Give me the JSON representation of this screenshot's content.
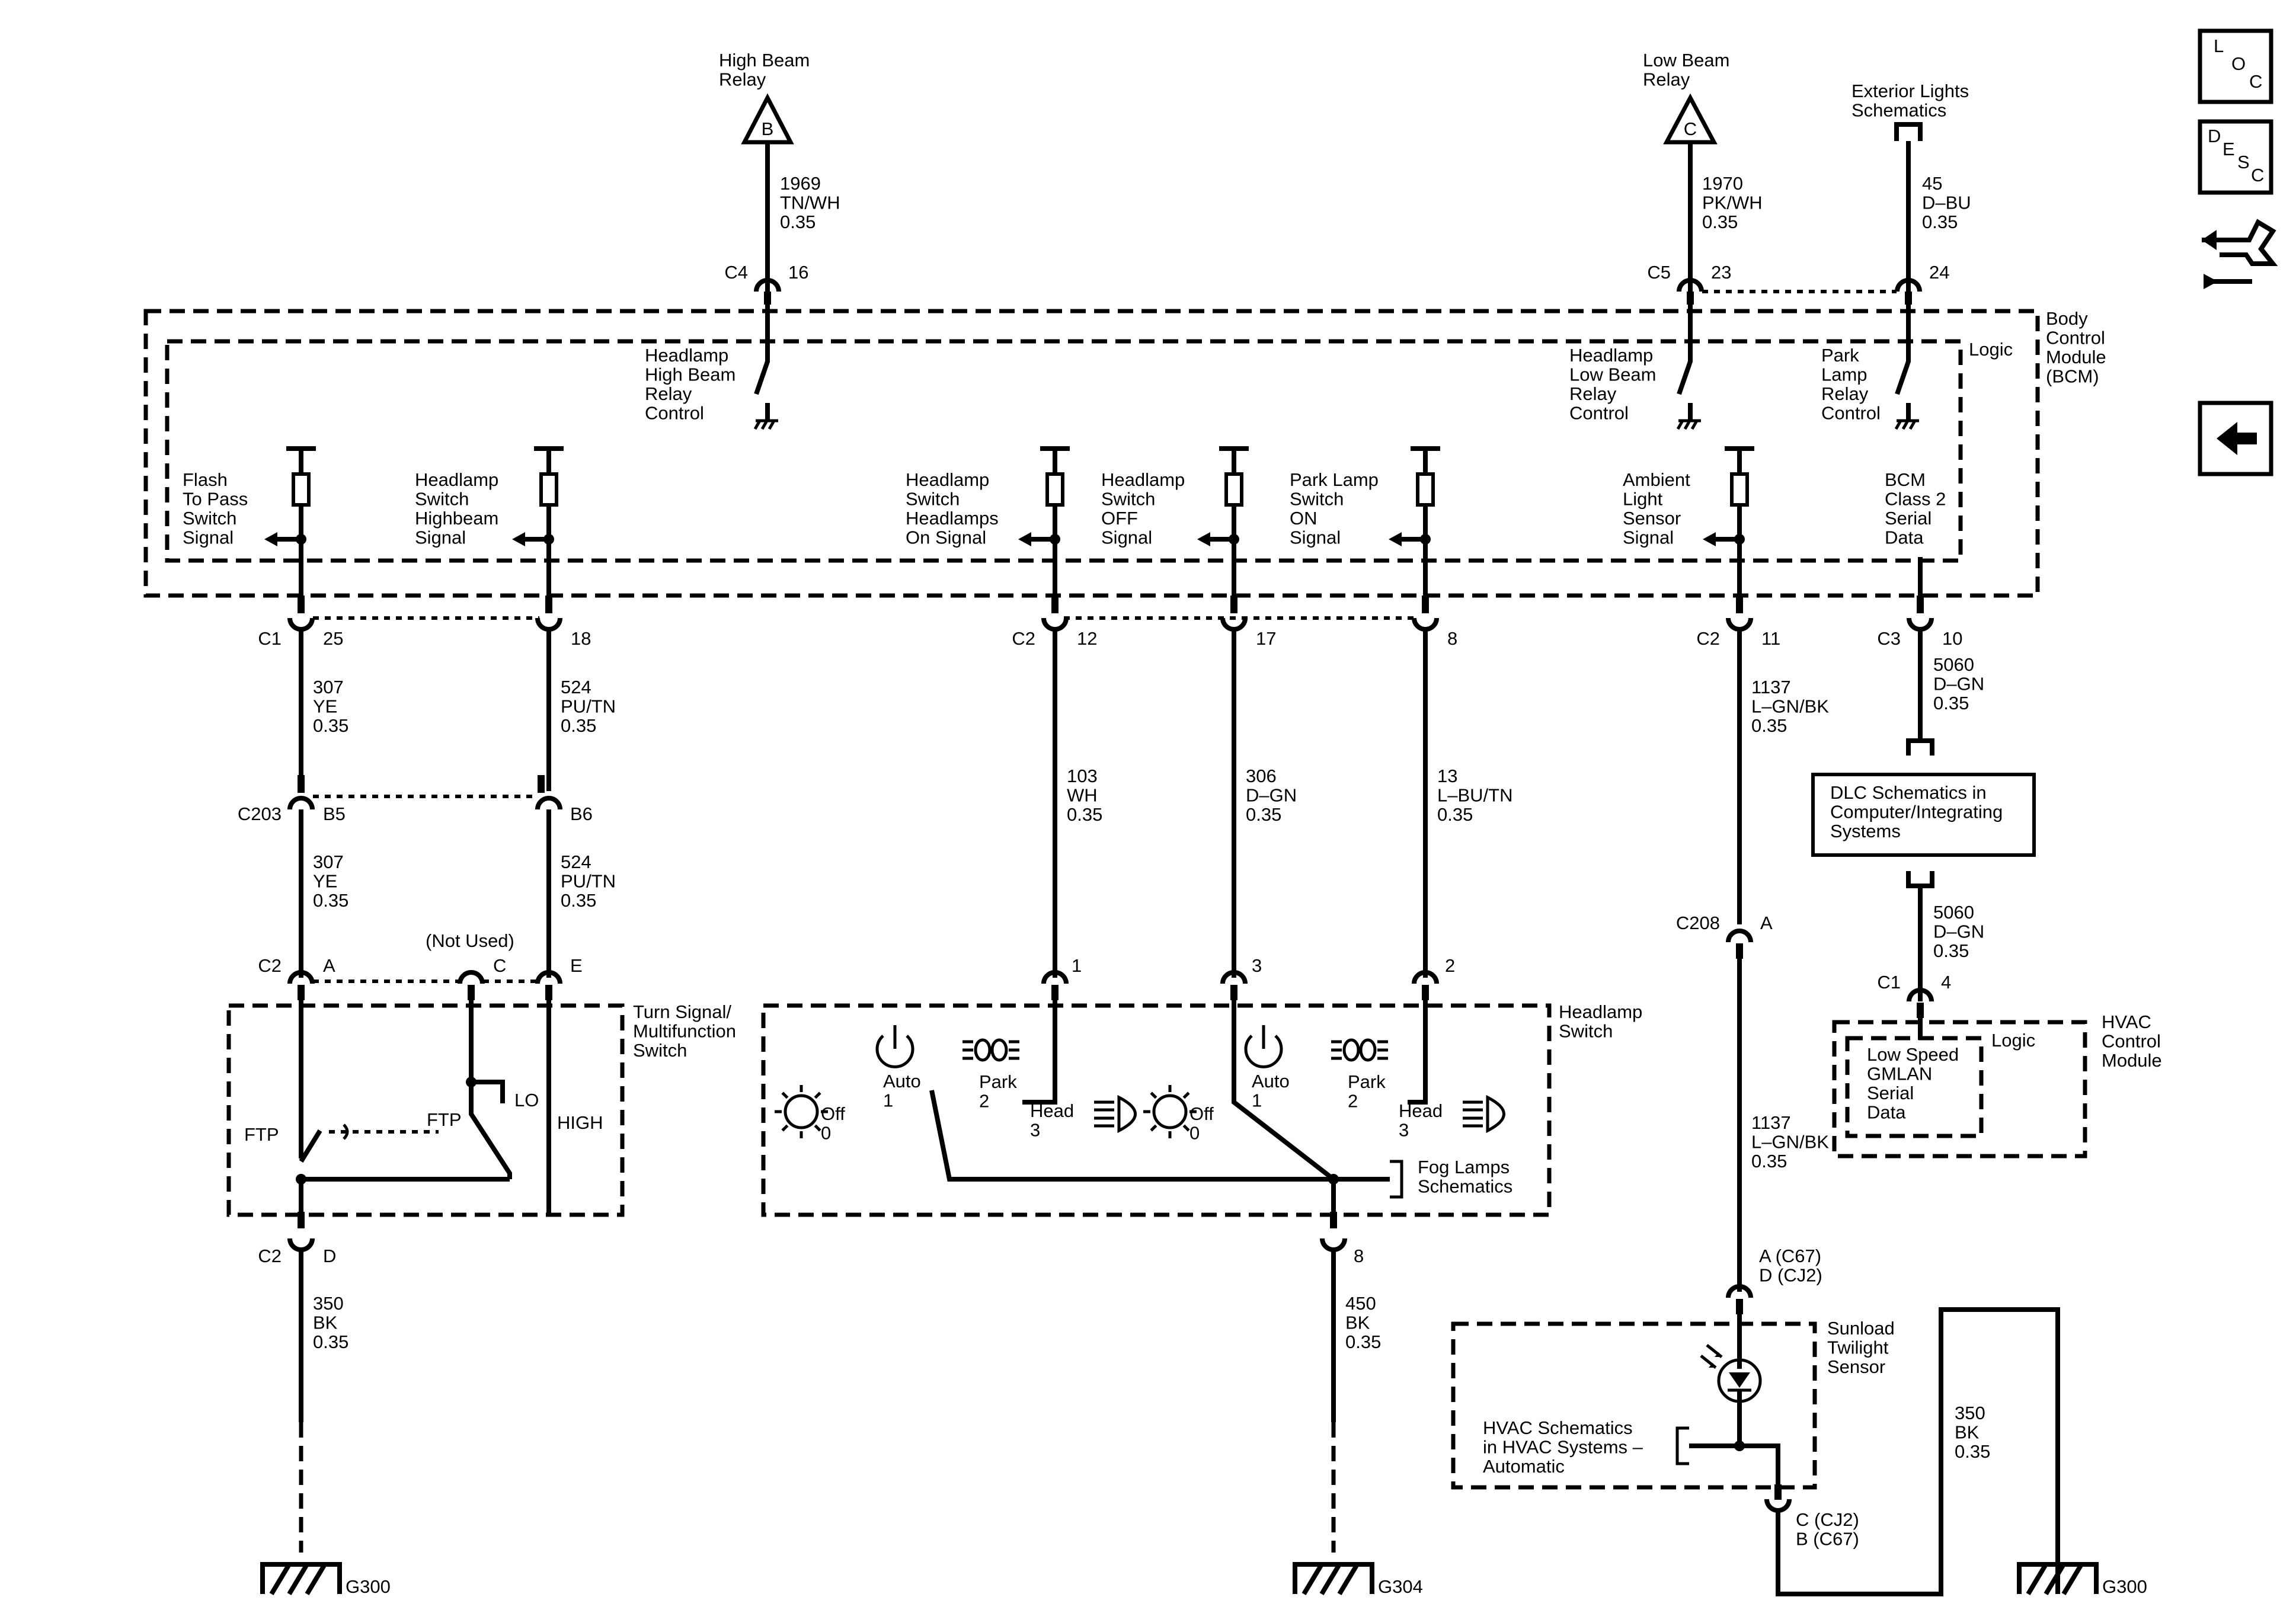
{
  "relays": {
    "high_beam": {
      "name": "High Beam\nRelay",
      "letter": "B"
    },
    "low_beam": {
      "name": "Low Beam\nRelay",
      "letter": "C"
    },
    "ext_lights": "Exterior Lights\nSchematics"
  },
  "wires_top": [
    {
      "circuit": "1969\nTN/WH\n0.35",
      "conn": "C4",
      "pin": "16"
    },
    {
      "circuit": "1970\nPK/WH\n0.35",
      "conn": "C5",
      "pin": "23"
    },
    {
      "circuit": "45\nD–BU\n0.35",
      "conn": "",
      "pin": "24"
    }
  ],
  "bcm": {
    "name": "Body\nControl\nModule\n(BCM)",
    "logic": "Logic",
    "relay_controls": [
      "Headlamp\nHigh Beam\nRelay\nControl",
      "Headlamp\nLow Beam\nRelay\nControl",
      "Park\nLamp\nRelay\nControl"
    ],
    "signals": [
      "Flash\nTo Pass\nSwitch\nSignal",
      "Headlamp\nSwitch\nHighbeam\nSignal",
      "Headlamp\nSwitch\nHeadlamps\nOn Signal",
      "Headlamp\nSwitch\nOFF\nSignal",
      "Park Lamp\nSwitch\nON\nSignal",
      "Ambient\nLight\nSensor\nSignal",
      "BCM\nClass 2\nSerial\nData"
    ]
  },
  "bcm_pins": [
    {
      "conn": "C1",
      "pin": "25"
    },
    {
      "conn": "",
      "pin": "18"
    },
    {
      "conn": "C2",
      "pin": "12"
    },
    {
      "conn": "",
      "pin": "17"
    },
    {
      "conn": "",
      "pin": "8"
    },
    {
      "conn": "C2",
      "pin": "11"
    },
    {
      "conn": "C3",
      "pin": "10"
    }
  ],
  "mid_wires": [
    "307\nYE\n0.35",
    "524\nPU/TN\n0.35",
    "103\nWH\n0.35",
    "306\nD–GN\n0.35",
    "13\nL–BU/TN\n0.35",
    "1137\nL–GN/BK\n0.35",
    "5060\nD–GN\n0.35"
  ],
  "c203": {
    "conn": "C203",
    "pins": [
      "B5",
      "B6"
    ]
  },
  "lower_wires": [
    "307\nYE\n0.35",
    "524\nPU/TN\n0.35"
  ],
  "turn_signal_switch": {
    "conn": "C2",
    "pins": [
      "A",
      "C",
      "E"
    ],
    "not_used": "(Not Used)",
    "name": "Turn Signal/\nMultifunction\nSwitch",
    "labels": {
      "ftp_left": "FTP",
      "ftp_right": "FTP",
      "lo": "LO",
      "high": "HIGH"
    },
    "bottom_conn": "C2",
    "bottom_pin": "D"
  },
  "headlamp_switch": {
    "name": "Headlamp\nSwitch",
    "pins": [
      "1",
      "3",
      "2"
    ],
    "positions": [
      "Off\n0",
      "Auto\n1",
      "Park\n2",
      "Head\n3"
    ],
    "fog": "Fog Lamps\nSchematics",
    "bottom_pin": "8"
  },
  "dlc": {
    "text": "DLC Schematics in\nComputer/Integrating\nSystems"
  },
  "dlc_wire": "5060\nD–GN\n0.35",
  "hvac": {
    "conn": "C1",
    "pin": "4",
    "name": "HVAC\nControl\nModule",
    "logic": "Logic",
    "inner": "Low Speed\nGMLAN\nSerial\nData"
  },
  "c208": {
    "conn": "C208",
    "pin": "A"
  },
  "sensor_wire": "1137\nL–GN/BK\n0.35",
  "sunload": {
    "top_pins": "A (C67)\nD (CJ2)",
    "name": "Sunload\nTwilight\nSensor",
    "hvac_ref": "HVAC Schematics\nin HVAC Systems –\nAutomatic",
    "bottom_pins": "C (CJ2)\nB (C67)"
  },
  "ground_wires": [
    "350\nBK\n0.35",
    "450\nBK\n0.35",
    "350\nBK\n0.35"
  ],
  "grounds": [
    "G300",
    "G304",
    "G300"
  ],
  "nav": {
    "loc": [
      "L",
      "O",
      "C"
    ],
    "desc": [
      "D",
      "E",
      "S",
      "C"
    ],
    "icons": [
      "loc-icon",
      "desc-icon",
      "harness-icon",
      "back-arrow-icon"
    ]
  }
}
